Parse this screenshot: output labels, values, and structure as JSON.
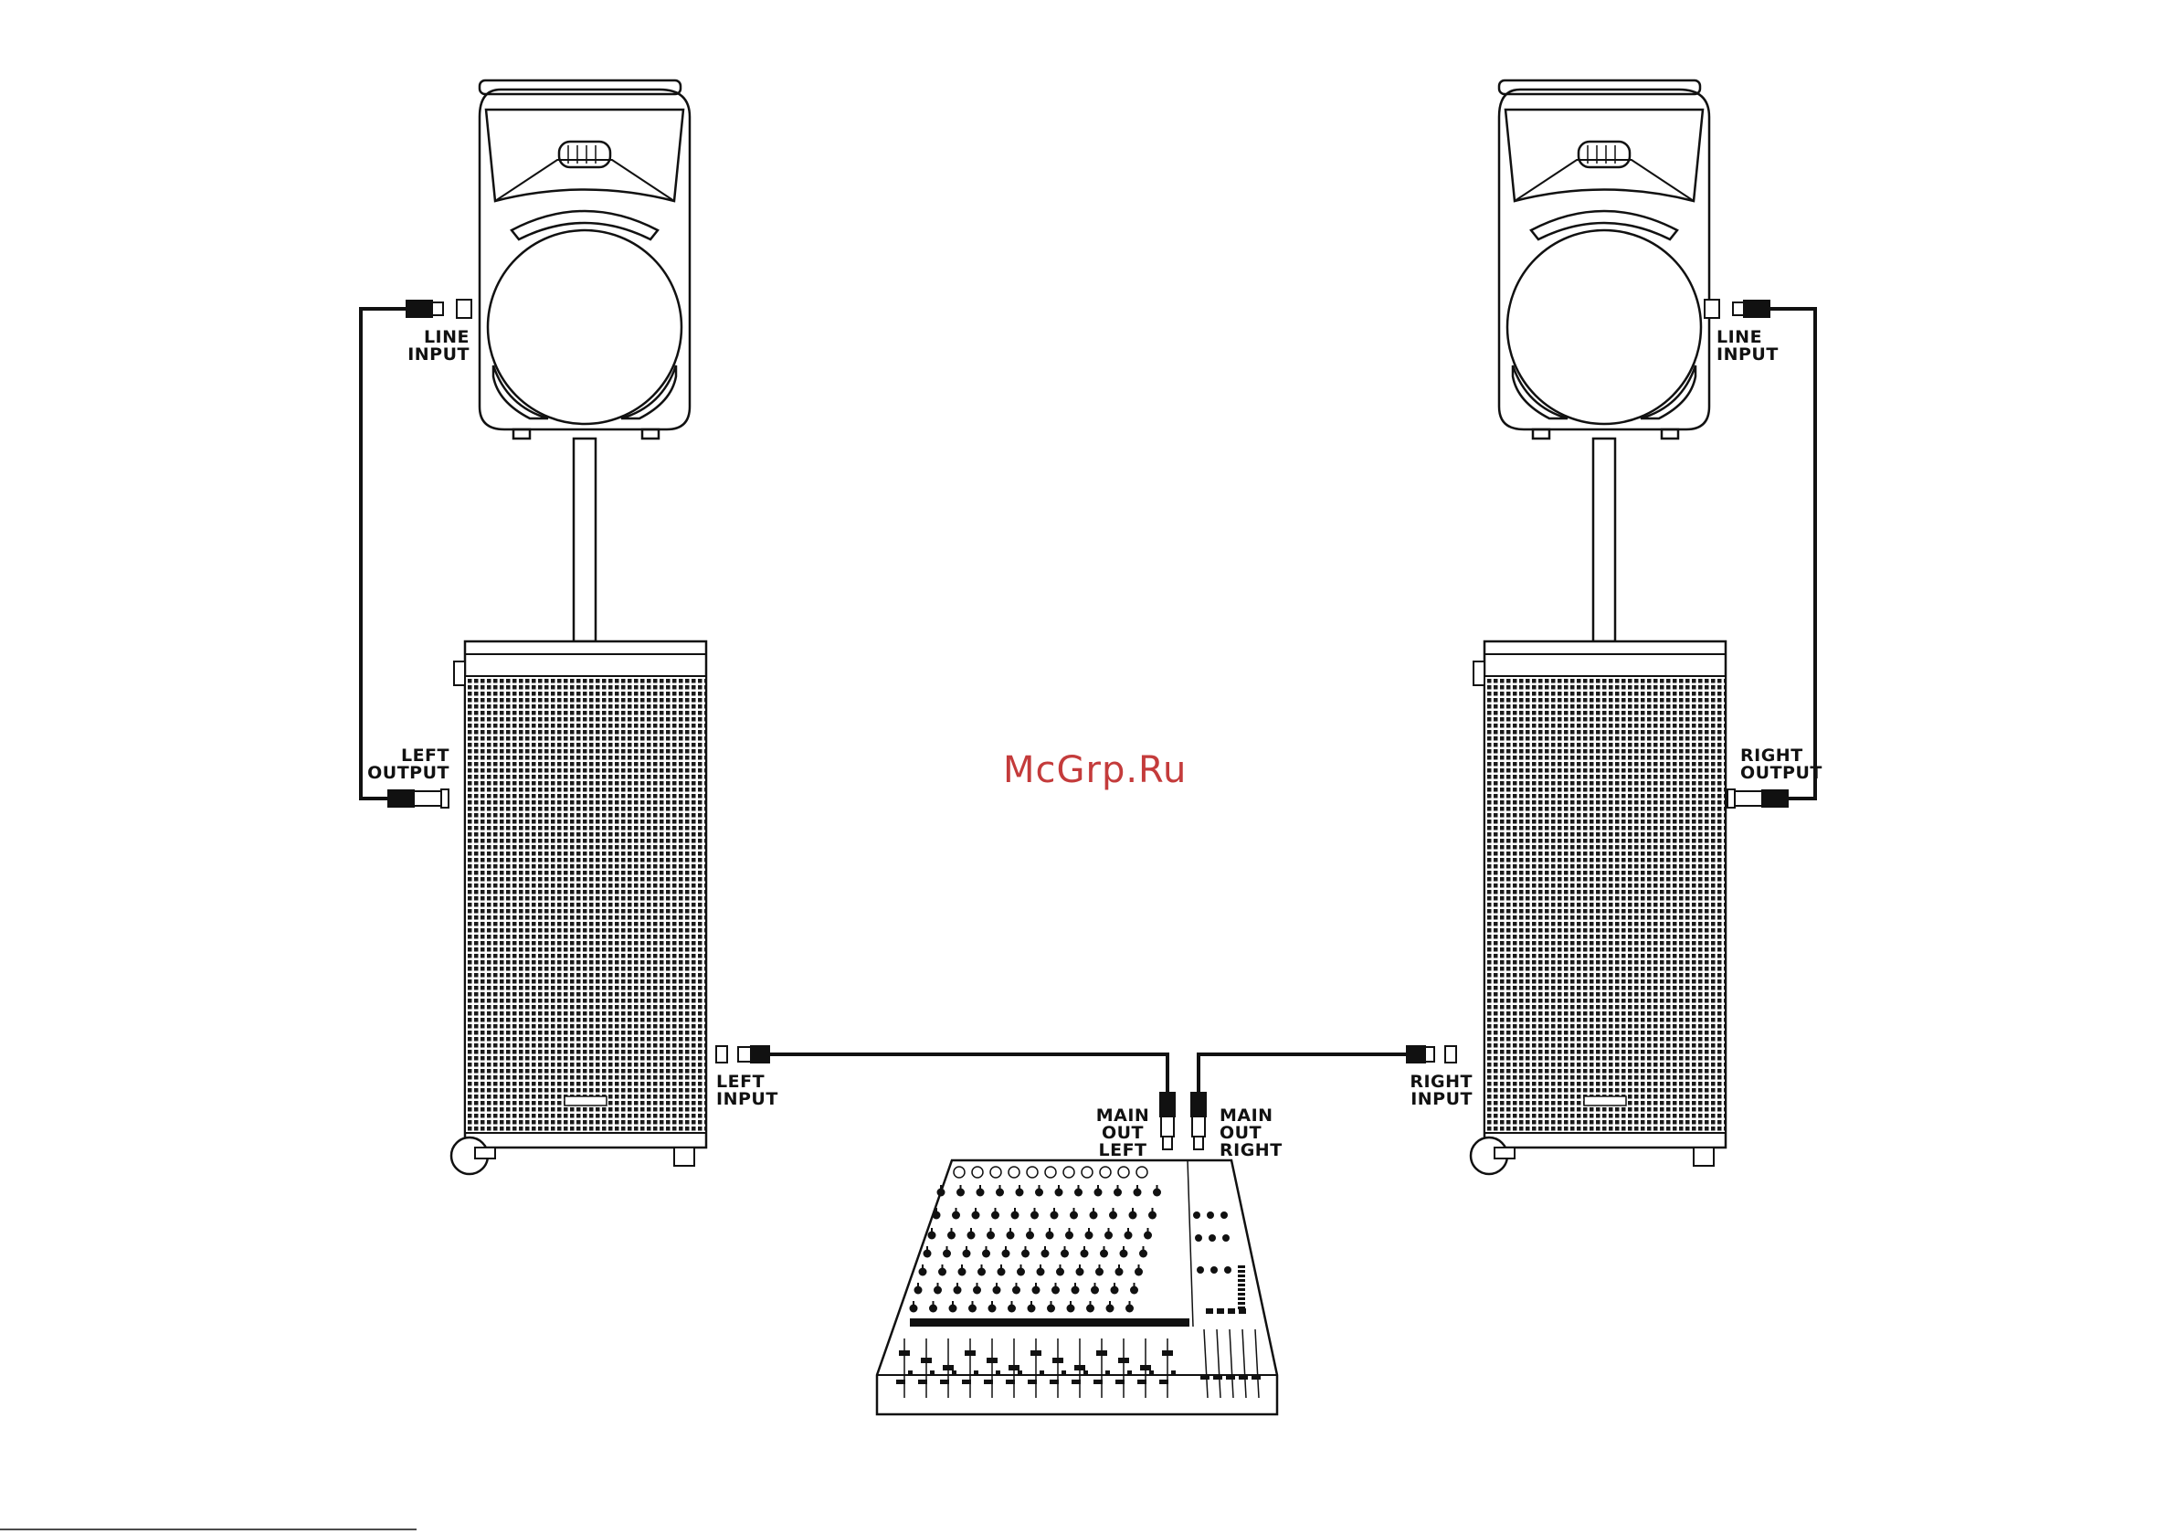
{
  "labels": {
    "line_input_left": "LINE\nINPUT",
    "line_input_right": "LINE\nINPUT",
    "left_output": "LEFT\nOUTPUT",
    "right_output": "RIGHT\nOUTPUT",
    "left_input": "LEFT\nINPUT",
    "right_input": "RIGHT\nINPUT",
    "main_out_left": "MAIN\nOUT\nLEFT",
    "main_out_right": "MAIN\nOUT\nRIGHT"
  },
  "watermark": "McGrp.Ru",
  "colors": {
    "line": "#111111",
    "watermark": "#c43b3b",
    "background": "#ffffff"
  }
}
